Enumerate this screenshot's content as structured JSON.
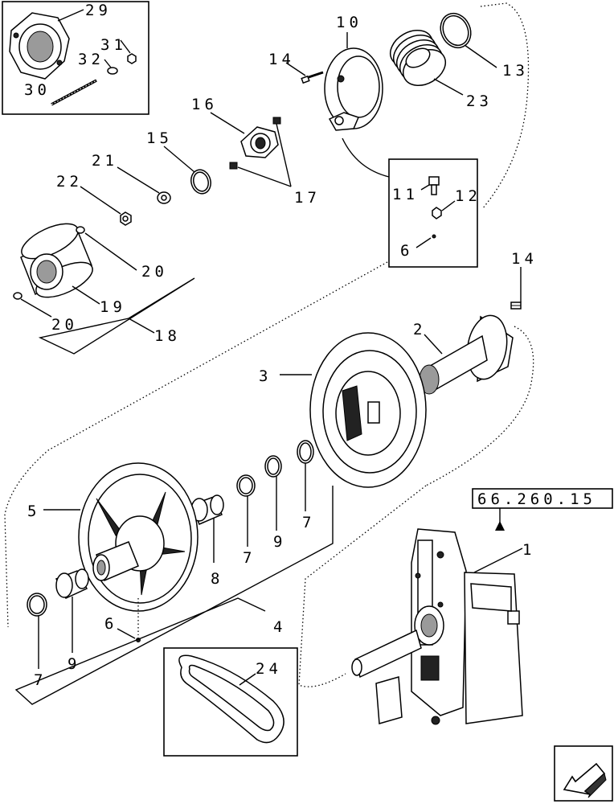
{
  "callouts": {
    "c1": "1",
    "c2": "2",
    "c3": "3",
    "c4": "4",
    "c5": "5",
    "c6a": "6",
    "c6b": "6",
    "c7a": "7",
    "c7b": "7",
    "c7c": "7",
    "c8": "8",
    "c9a": "9",
    "c9b": "9",
    "c10": "10",
    "c11": "11",
    "c12": "12",
    "c13": "13",
    "c14a": "14",
    "c14b": "14",
    "c15": "15",
    "c16": "16",
    "c17": "17",
    "c18": "18",
    "c19": "19",
    "c20a": "20",
    "c20b": "20",
    "c21": "21",
    "c22": "22",
    "c23": "23",
    "c24": "24",
    "c29": "29",
    "c30": "30",
    "c31": "31",
    "c32": "32"
  },
  "reference": "66.260.15",
  "nav": {
    "icon": "arrow-back-icon"
  }
}
